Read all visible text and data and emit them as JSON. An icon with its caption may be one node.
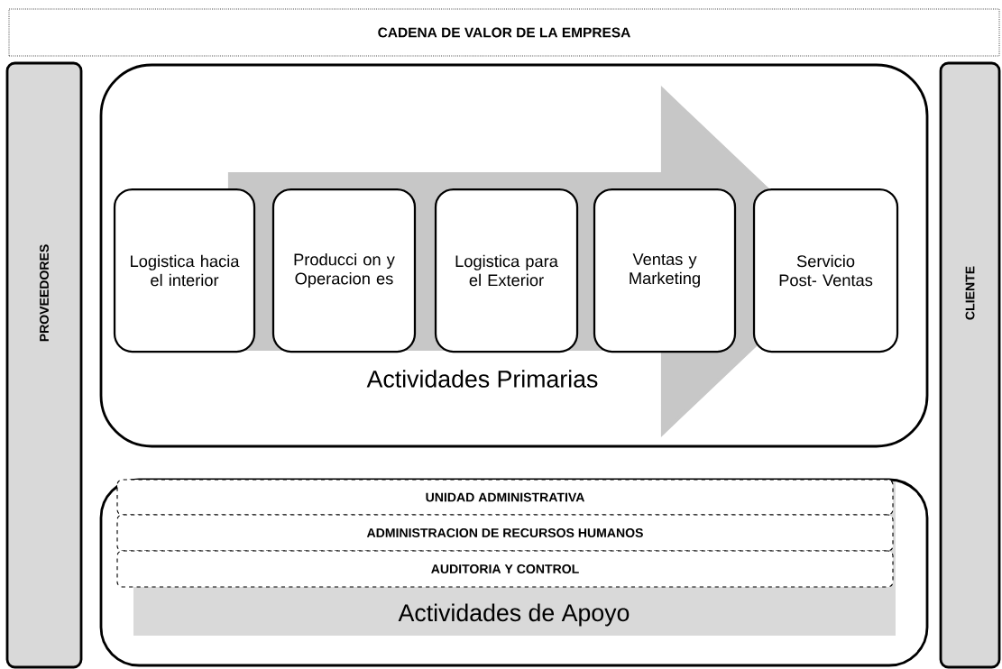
{
  "diagram": {
    "nodes": [
      {
        "text": [
          "CADENA DE VALOR DE LA EMPRESA"
        ]
      },
      {
        "text": [
          "PROVEEDORES"
        ]
      },
      {
        "text": [
          "Actividades Primarias"
        ]
      },
      {
        "text": [
          "Logistica hacia el interior"
        ],
        "in": 2
      },
      {
        "text": [
          "Producci on y Operacion es"
        ],
        "in": 2
      },
      {
        "text": [
          "Logistica para el Exterior"
        ],
        "in": 2
      },
      {
        "text": [
          "Ventas y Marketing"
        ],
        "in": 2
      },
      {
        "text": [
          "Servicio Post- Ventas"
        ],
        "in": 2
      },
      {
        "text": [
          "Actividades de Apoyo"
        ]
      },
      {
        "text": [
          "UNIDAD ADMINISTRATIVA"
        ],
        "in": 8
      },
      {
        "text": [
          "ADMINISTRACION DE RECURSOS HUMANOS"
        ],
        "in": 8
      },
      {
        "text": [
          "AUDITORIA Y CONTROL"
        ],
        "in": 8
      },
      {
        "text": [
          "CLIENTE"
        ]
      }
    ],
    "edges": [
      {
        "from": 3,
        "to": 7,
        "arrow": "to",
        "style": "thick"
      }
    ]
  }
}
